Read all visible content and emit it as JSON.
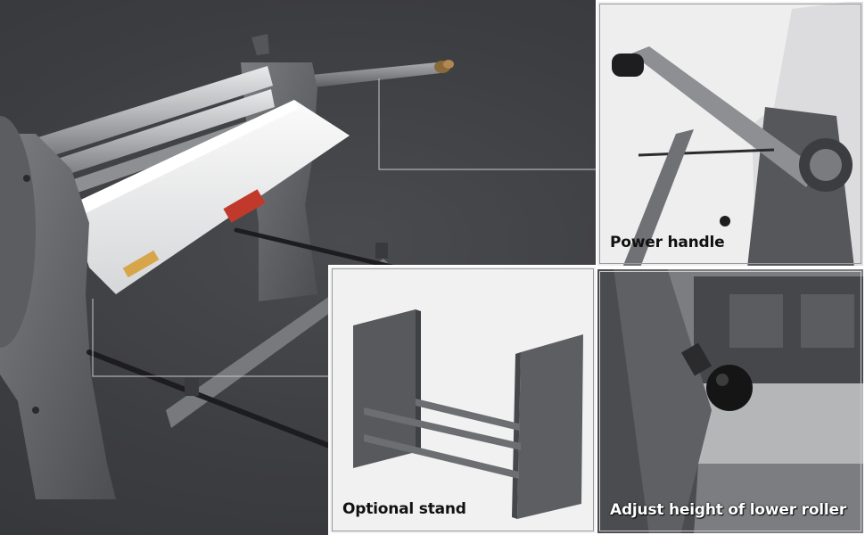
{
  "callouts": {
    "power_handle": "Power handle",
    "optional_stand": "Optional stand",
    "lower_roller": "Adjust height of lower roller"
  },
  "colors": {
    "background": "#3c3d41",
    "machine_gray": "#6a6b6e",
    "tray_white": "#f2f2f2",
    "label_red": "#c0392b"
  }
}
